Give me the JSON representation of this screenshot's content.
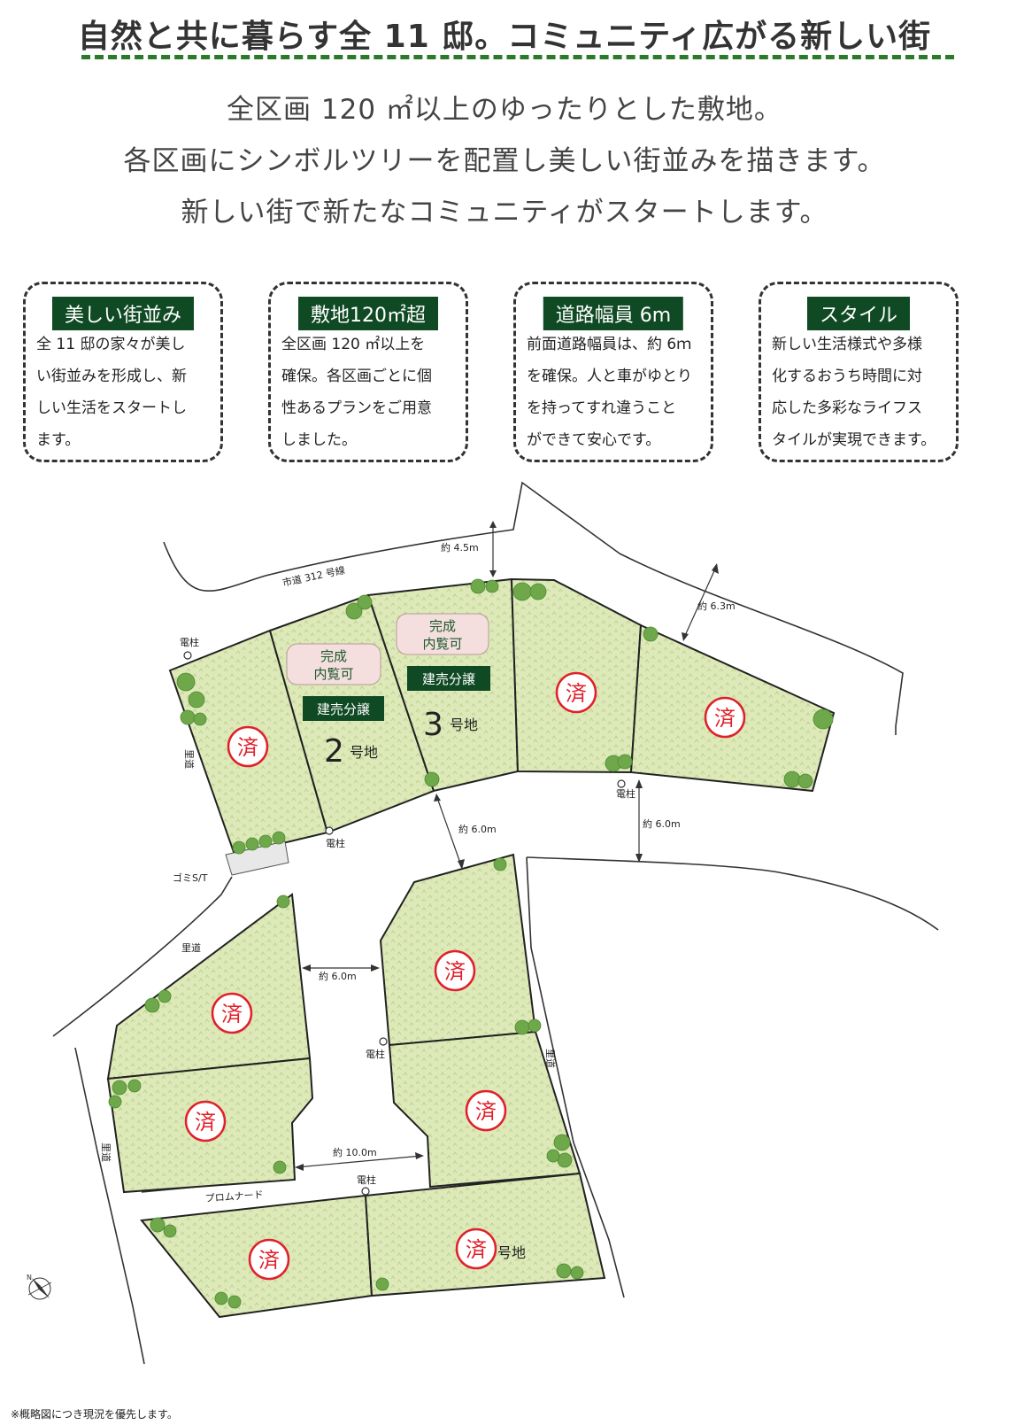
{
  "title": "自然と共に暮らす全 11 邸。コミュニティ広がる新しい街",
  "intro": [
    "全区画 120 ㎡以上のゆったりとした敷地。",
    "各区画にシンボルツリーを配置し美しい街並みを描きます。",
    "新しい街で新たなコミュニティがスタートします。"
  ],
  "features": [
    {
      "title": "美しい街並み",
      "lines": [
        "全 11 邸の家々が美し",
        "い街並みを形成し、新",
        "しい生活をスタートし",
        "ます。"
      ]
    },
    {
      "title": "敷地120㎡超",
      "lines": [
        "全区画 120 ㎡以上を",
        "確保。各区画ごとに個",
        "性あるプランをご用意",
        "しました。"
      ]
    },
    {
      "title": "道路幅員 6m",
      "lines": [
        "前面道路幅員は、約 6ｍ",
        "を確保。人と車がゆとり",
        "を持ってすれ違うこと",
        "ができて安心です。"
      ]
    },
    {
      "title": "スタイル",
      "lines": [
        "新しい生活様式や多様",
        "化するおうち時間に対",
        "応した多彩なライフス",
        "タイルが実現できます。"
      ]
    }
  ],
  "map": {
    "road_city": "市道 312 号線",
    "road_village": "里道",
    "promenade": "プロムナード",
    "garbage": "ゴミS/T",
    "pole": "電柱",
    "compass_n": "N",
    "widths": {
      "w45": "約 4.5m",
      "w63": "約 6.3m",
      "w60": "約 6.0m",
      "w100": "約 10.0m"
    },
    "sold": "済",
    "lot_suffix": "号地",
    "lots": [
      {
        "num": "2",
        "status": "完成\n内覧可",
        "status_l1": "完成",
        "status_l2": "内覧可",
        "sale": "建売分譲"
      },
      {
        "num": "3",
        "status_l1": "完成",
        "status_l2": "内覧可",
        "sale": "建売分譲"
      }
    ]
  },
  "footnote": "※概略図につき現況を優先します。",
  "colors": {
    "brand_green": "#0f4a24",
    "lot_fill": "#dde9b8",
    "sold_red": "#e0202a"
  }
}
